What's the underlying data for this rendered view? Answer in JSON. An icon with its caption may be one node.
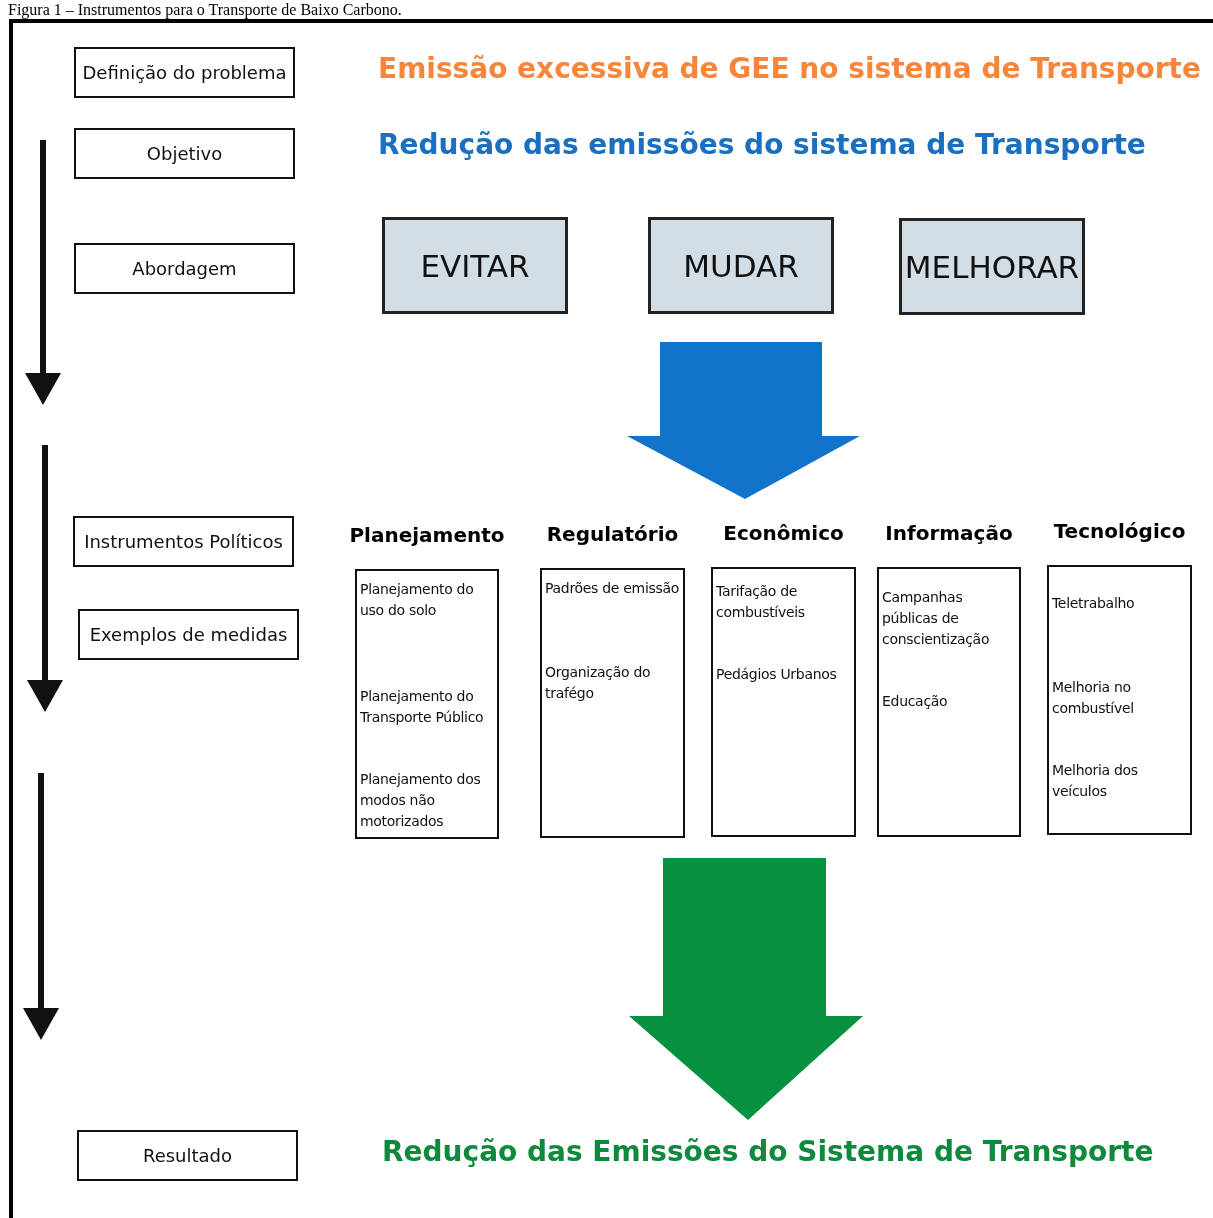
{
  "diagram": {
    "caption": "Figura 1 – Instrumentos para o Transporte de Baixo Carbono.",
    "nodes": [
      {
        "text": [
          "Definição do problema"
        ]
      },
      {
        "text": [
          "Objetivo"
        ]
      },
      {
        "text": [
          "Abordagem"
        ]
      },
      {
        "text": [
          "Instrumentos Políticos"
        ]
      },
      {
        "text": [
          "Exemplos de medidas"
        ]
      },
      {
        "text": [
          "Resultado"
        ]
      },
      {
        "text": [
          "EVITAR"
        ]
      },
      {
        "text": [
          "MUDAR"
        ]
      },
      {
        "text": [
          "MELHORAR"
        ]
      },
      {
        "text": [
          "Planejamento",
          "Planejamento do uso do solo",
          "Planejamento do Transporte Público",
          "Planejamento dos modos não motorizados"
        ]
      },
      {
        "text": [
          "Regulatório",
          "Padrões de emissão",
          "Organização do trafégo"
        ]
      },
      {
        "text": [
          "Econômico",
          "Tarifação de combustíveis",
          "Pedágios Urbanos"
        ]
      },
      {
        "text": [
          "Informação",
          "Campanhas públicas de conscientização",
          "Educação"
        ]
      },
      {
        "text": [
          "Tecnológico",
          "Teletrabalho",
          "Melhoria no combustível",
          "Melhoria dos veículos"
        ]
      }
    ],
    "labels": [
      "Emissão excessiva de GEE no sistema de Transporte",
      "Redução das emissões do sistema de Transporte",
      "Redução das Emissões do Sistema de Transporte"
    ]
  }
}
